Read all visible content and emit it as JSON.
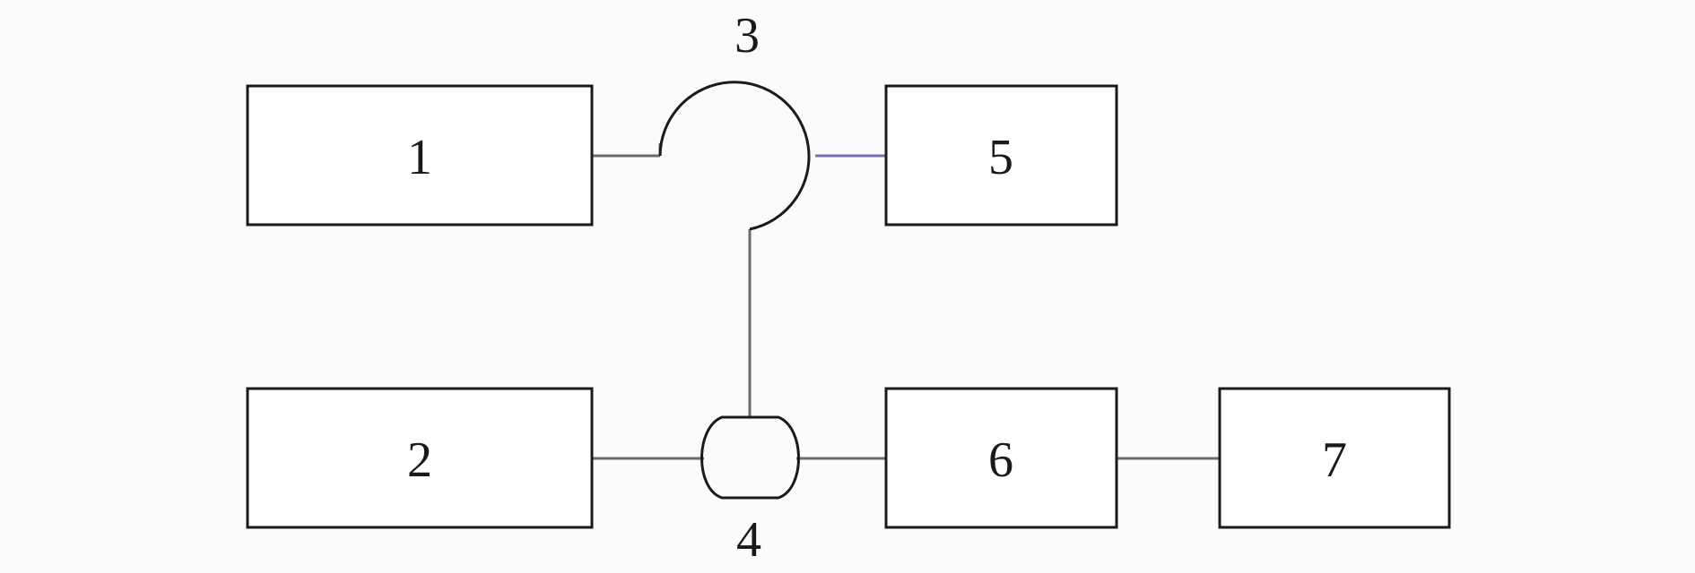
{
  "diagram": {
    "labels": {
      "b1": "1",
      "b2": "2",
      "circulator": "3",
      "coupler": "4",
      "b5": "5",
      "b6": "6",
      "b7": "7"
    },
    "colors": {
      "line_gray": "#6b6b6b",
      "line_blue": "#7a72b0",
      "outline": "#1a1a1a"
    }
  }
}
